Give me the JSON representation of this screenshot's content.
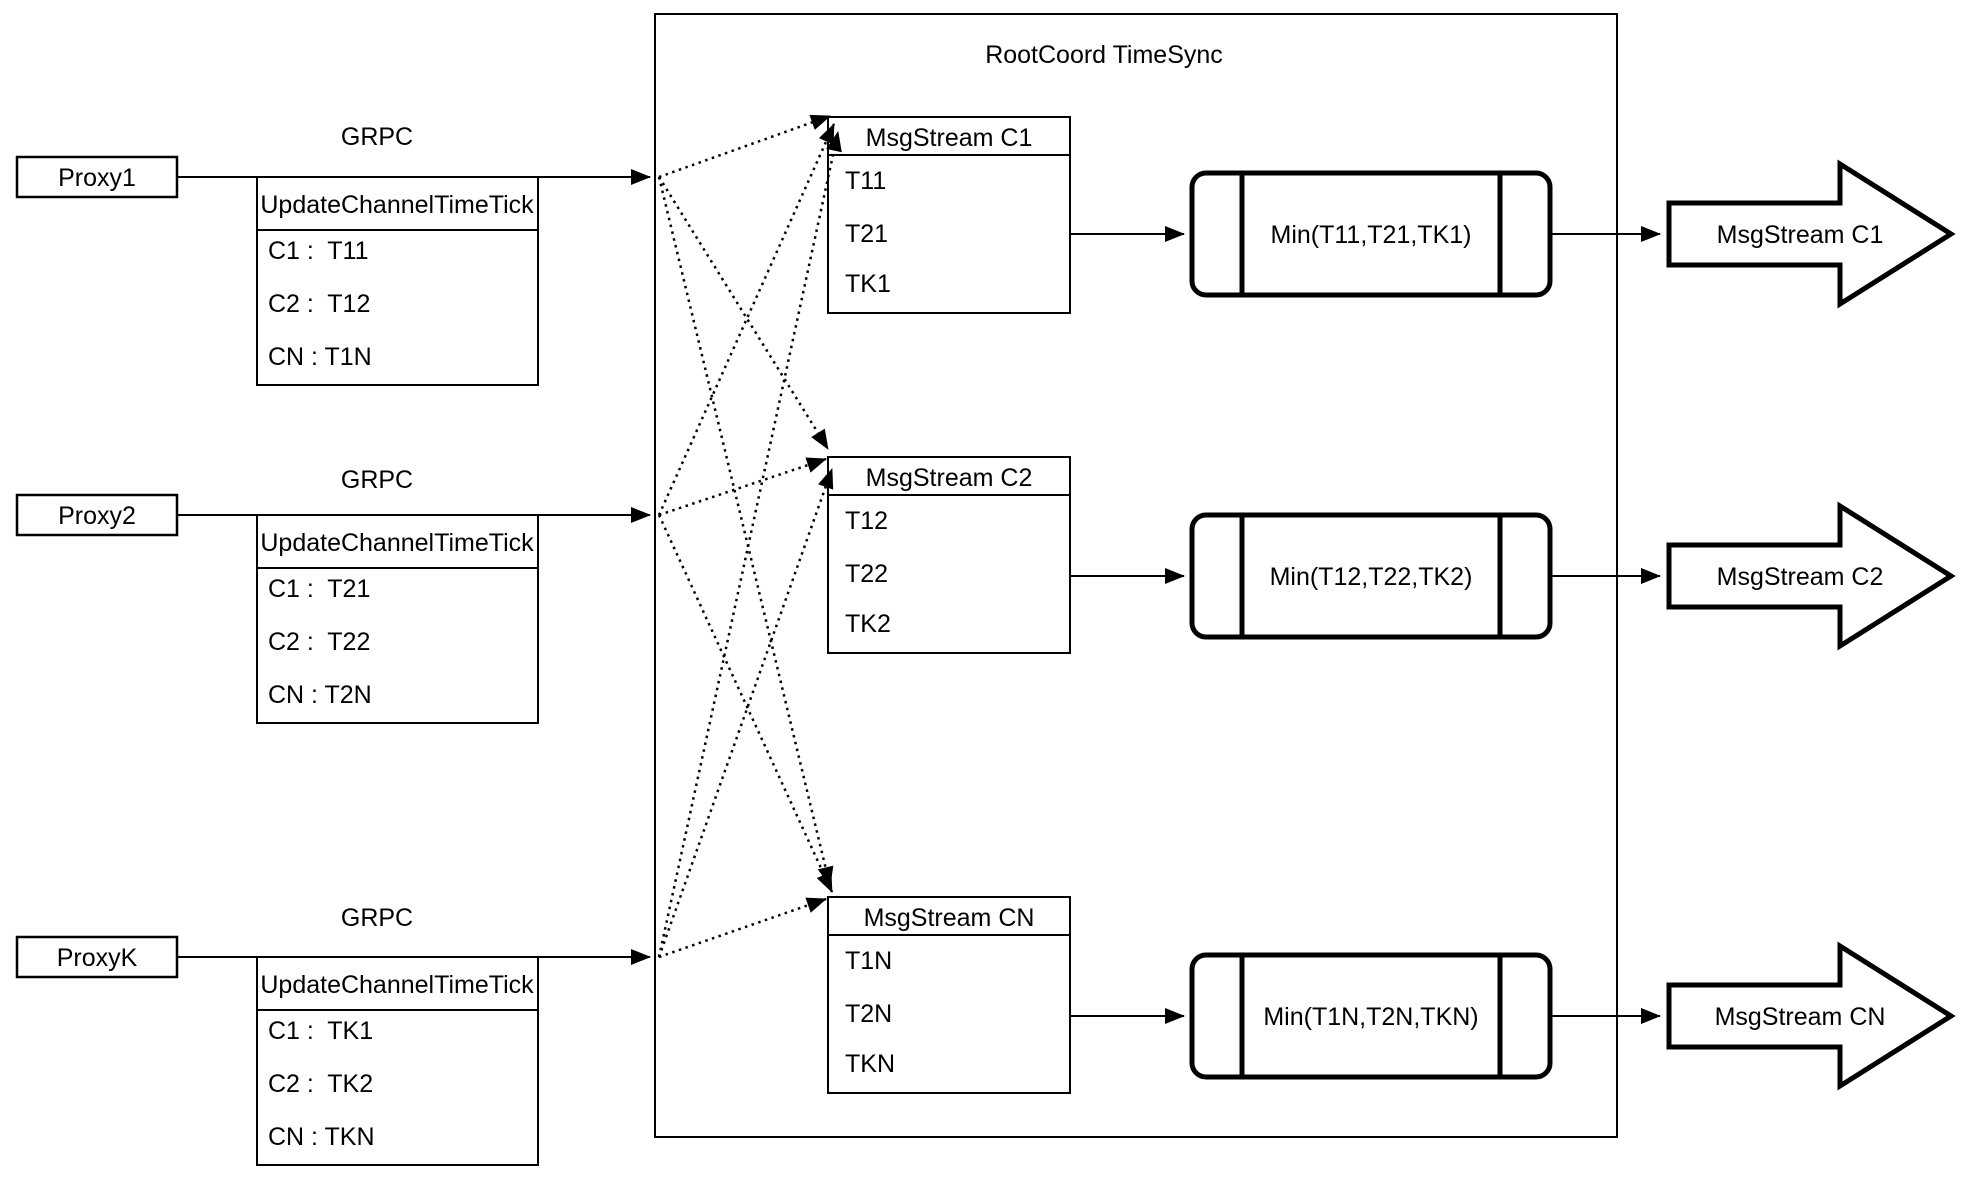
{
  "diagram": {
    "title": "RootCoord TimeSync",
    "colors": {
      "stroke": "#000000",
      "background": "#ffffff"
    },
    "proxies": [
      {
        "name": "Proxy1",
        "grpc_label": "GRPC",
        "table": {
          "header": "UpdateChannelTimeTick",
          "rows": [
            "C1 :  T11",
            "C2 :  T12",
            "CN : T1N"
          ]
        }
      },
      {
        "name": "Proxy2",
        "grpc_label": "GRPC",
        "table": {
          "header": "UpdateChannelTimeTick",
          "rows": [
            "C1 :  T21",
            "C2 :  T22",
            "CN : T2N"
          ]
        }
      },
      {
        "name": "ProxyK",
        "grpc_label": "GRPC",
        "table": {
          "header": "UpdateChannelTimeTick",
          "rows": [
            "C1 :  TK1",
            "C2 :  TK2",
            "CN : TKN"
          ]
        }
      }
    ],
    "streams": [
      {
        "table_header": "MsgStream C1",
        "ticks": [
          "T11",
          "T21",
          "TK1"
        ],
        "min_label": "Min(T11,T21,TK1)",
        "output_label": "MsgStream C1"
      },
      {
        "table_header": "MsgStream C2",
        "ticks": [
          "T12",
          "T22",
          "TK2"
        ],
        "min_label": "Min(T12,T22,TK2)",
        "output_label": "MsgStream C2"
      },
      {
        "table_header": "MsgStream CN",
        "ticks": [
          "T1N",
          "T2N",
          "TKN"
        ],
        "min_label": "Min(T1N,T2N,TKN)",
        "output_label": "MsgStream CN"
      }
    ]
  }
}
